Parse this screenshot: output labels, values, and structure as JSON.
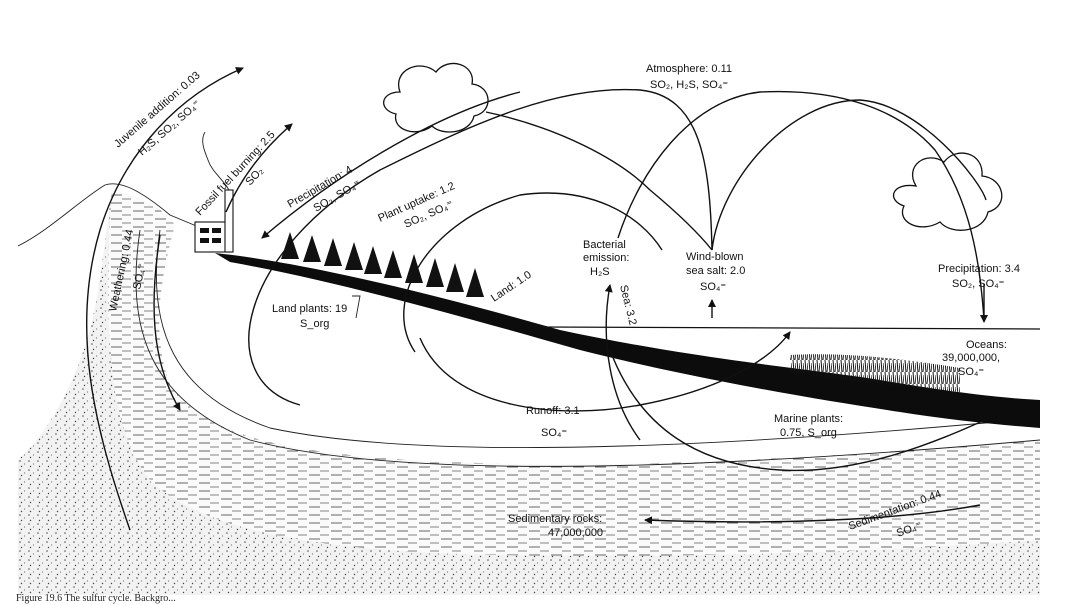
{
  "diagram": {
    "flows": {
      "juvenile": {
        "name": "Juvenile addition: 0.03",
        "species": "H₂S, SO₂, SO₄⁼"
      },
      "fossil": {
        "name": "Fossil fuel burning: 2.5",
        "species": "SO₂"
      },
      "precip_land": {
        "name": "Precipitation: 4",
        "species": "SO₂, SO₄⁼"
      },
      "plant_uptake": {
        "name": "Plant uptake: 1.2",
        "species": "SO₂, SO₄⁼"
      },
      "atmosphere": {
        "name": "Atmosphere: 0.11",
        "species": "SO₂, H₂S, SO₄⁼"
      },
      "bacterial": {
        "line1": "Bacterial",
        "line2": "emission:",
        "species": "H₂S"
      },
      "wind": {
        "line1": "Wind-blown",
        "line2": "sea salt: 2.0",
        "species": "SO₄⁼"
      },
      "precip_ocean": {
        "name": "Precipitation: 3.4",
        "species": "SO₂, SO₄⁼"
      },
      "oceans": {
        "line1": "Oceans:",
        "line2": "39,000,000,",
        "species": "SO₄⁼"
      },
      "weathering": {
        "name": "Weathering: 0.44",
        "species": "SO₄⁼"
      },
      "land_plants": {
        "name": "Land plants: 19",
        "species": "S_org"
      },
      "land": {
        "name": "Land: 1.0"
      },
      "sea": {
        "name": "Sea: 3.2"
      },
      "runoff": {
        "name": "Runoff: 3.1",
        "species": "SO₄⁼"
      },
      "marine_plants": {
        "line1": "Marine plants:",
        "line2": "0.75, S_org"
      },
      "sedimentary": {
        "line1": "Sedimentary rocks:",
        "line2": "47,000,000"
      },
      "sedimentation": {
        "name": "Sedimentation: 0.44",
        "species": "SO₄⁼"
      }
    },
    "caption": "Figure 19.6   The sulfur cycle. Backgro..."
  }
}
